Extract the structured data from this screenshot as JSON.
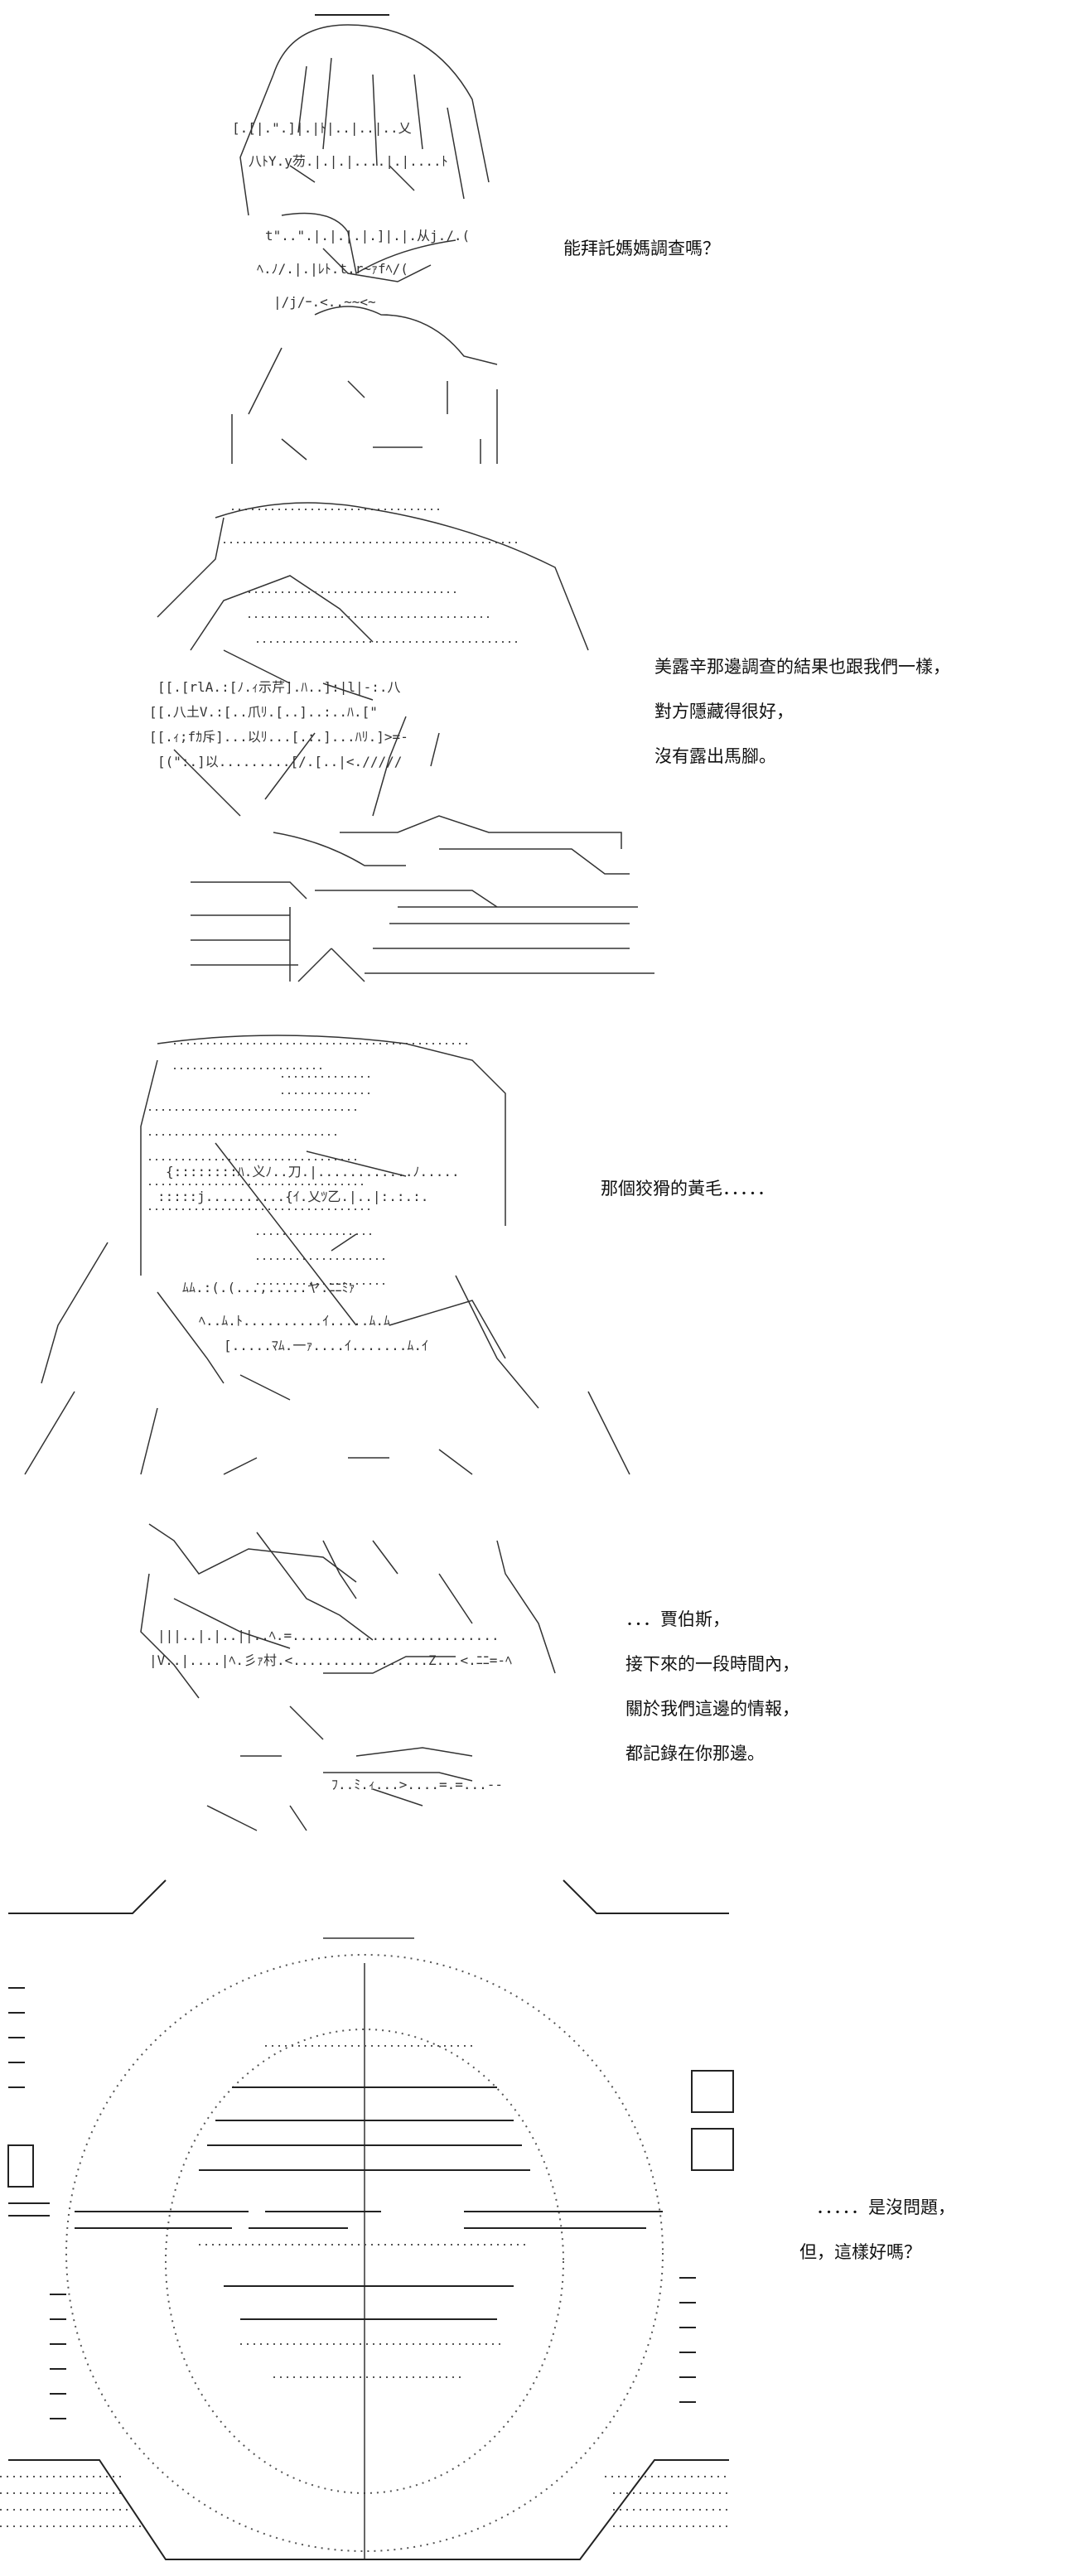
{
  "panels": [
    {
      "lines": [
        "能拜託媽媽調查嗎？"
      ]
    },
    {
      "lines": [
        "美露辛那邊調查的結果也跟我們一樣，",
        "對方隱藏得很好，",
        "沒有露出馬腳。"
      ]
    },
    {
      "lines": [
        "那個狡猾的黃毛．．．．．"
      ]
    },
    {
      "lines": [
        "．．．賈伯斯，",
        "接下來的一段時間內，",
        "關於我們這邊的情報，",
        "都記錄在你那邊。"
      ]
    },
    {
      "lines": [
        "．．．．．是沒問題，",
        "但，這樣好嗎？"
      ]
    }
  ],
  "colors": {
    "ink": "#222222",
    "background": "#ffffff"
  }
}
